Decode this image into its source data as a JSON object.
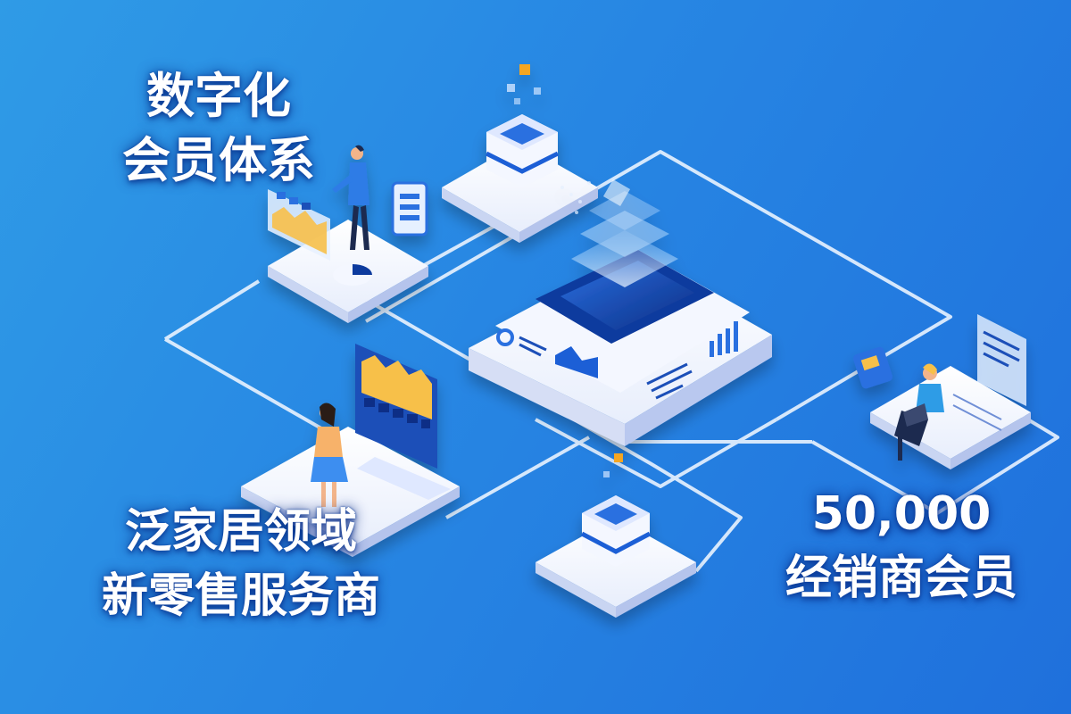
{
  "headline_top": {
    "line1": "数字化",
    "line2": "会员体系"
  },
  "headline_bottom_left": {
    "line1": "泛家居领域",
    "line2": "新零售服务商"
  },
  "headline_bottom_right": {
    "line1": "50,000",
    "line2": "经销商会员"
  },
  "colors": {
    "background_light": "#2f9be6",
    "background_dark": "#1f70dc",
    "platform_white": "#f4f7ff",
    "platform_side": "#d6def5",
    "screen_navy": "#0f3a9e",
    "accent_orange": "#f5a623",
    "accent_yellow": "#f7c04a"
  },
  "icons": [
    "server-platform",
    "data-cube",
    "chart-panel",
    "laptop",
    "document-panel",
    "pie-chart",
    "bar-chart"
  ]
}
